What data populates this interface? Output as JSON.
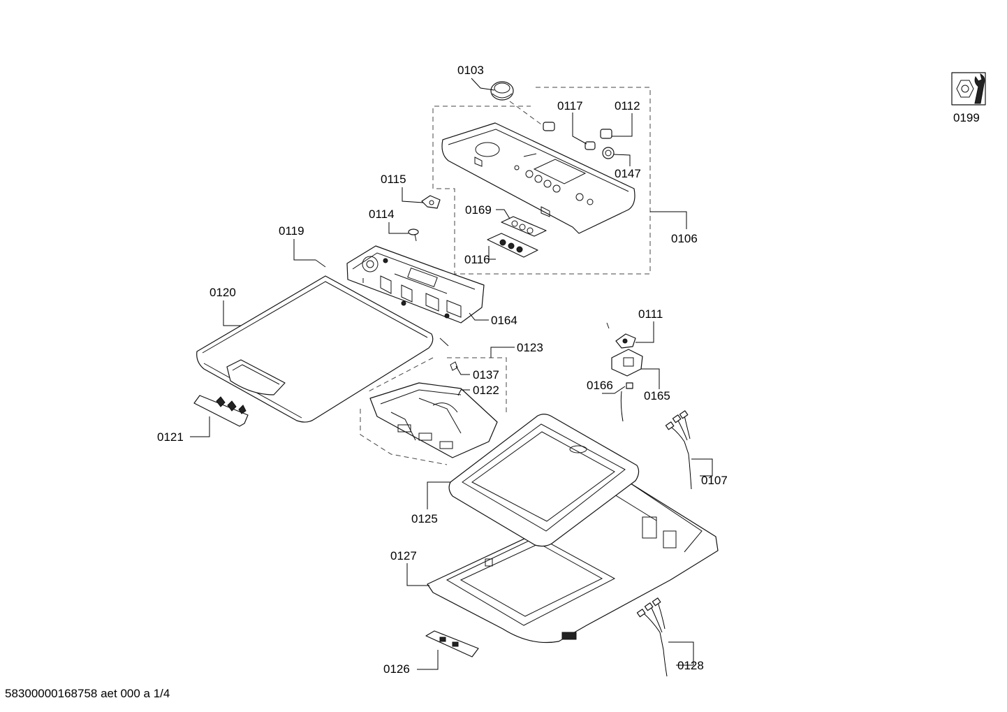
{
  "document_id": "58300000168758 aet 000 a 1/4",
  "labels": {
    "p0103": "0103",
    "p0117": "0117",
    "p0112": "0112",
    "p0147": "0147",
    "p0106": "0106",
    "p0115": "0115",
    "p0114": "0114",
    "p0169": "0169",
    "p0116": "0116",
    "p0119": "0119",
    "p0120": "0120",
    "p0164": "0164",
    "p0123": "0123",
    "p0137": "0137",
    "p0122": "0122",
    "p0121": "0121",
    "p0111": "0111",
    "p0165": "0165",
    "p0166": "0166",
    "p0107": "0107",
    "p0125": "0125",
    "p0127": "0127",
    "p0126": "0126",
    "p0128": "0128",
    "p0199": "0199"
  },
  "icons": {
    "tool_kit": "wrench-nut-icon"
  }
}
